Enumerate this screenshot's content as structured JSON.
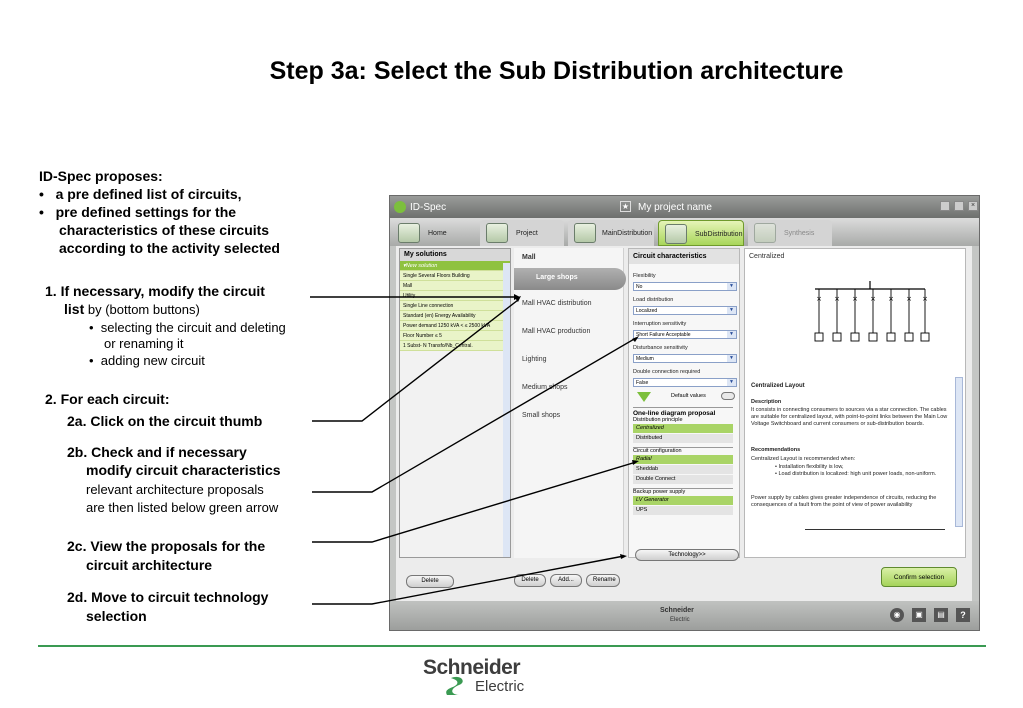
{
  "title": "Step 3a: Select the Sub Distribution architecture",
  "intro": {
    "heading": "ID-Spec proposes:",
    "bullets": [
      "a pre defined list of circuits,",
      "pre defined settings for the",
      "characteristics of these circuits",
      "according to the activity selected"
    ]
  },
  "step1": {
    "line1": "1. If necessary, modify the circuit",
    "line2_bold": "list",
    "line2_rest": " by (bottom buttons)",
    "sub": [
      "selecting the circuit and deleting",
      "or renaming it",
      "adding new circuit"
    ]
  },
  "step2": {
    "heading": "2. For each circuit:",
    "a": "2a. Click on the circuit thumb",
    "b1": "2b. Check and if necessary",
    "b2": "modify circuit characteristics",
    "b3": "relevant architecture proposals",
    "b4": "are then listed below green arrow",
    "c1": "2c. View the proposals for the",
    "c2": "circuit architecture",
    "d1": "2d. Move to circuit technology",
    "d2": "selection"
  },
  "app": {
    "window_title": "ID-Spec",
    "project_name": "My project name",
    "tabs": [
      "Home",
      "Project",
      "MainDistribution",
      "SubDistribution",
      "Synthesis"
    ],
    "solutions": {
      "heading": "My solutions",
      "selected": "▾New solution",
      "rows": [
        "Single Several Floors Building",
        "Mall",
        "Utility",
        "Single Line connection",
        "Standard (en) Energy Availability",
        "Power demand 1250 kVA < ≤ 2500 kVA",
        "Floor Number ≤ 5",
        "1 Subst- N Transfo/Nb_Central."
      ],
      "delete": "Delete"
    },
    "circuits": {
      "header": "Mall",
      "selected": "Large shops",
      "items": [
        "Mall HVAC distribution",
        "Mall HVAC production",
        "Lighting",
        "Medium shops",
        "Small shops"
      ],
      "buttons": [
        "Delete",
        "Add...",
        "Rename"
      ]
    },
    "characteristics": {
      "heading": "Circuit characteristics",
      "fields": [
        {
          "label": "Flexibility",
          "value": "No"
        },
        {
          "label": "Load distribution",
          "value": "Localized"
        },
        {
          "label": "Interruption sensitivity",
          "value": "Short Failure Acceptable"
        },
        {
          "label": "Disturbance sensitivity",
          "value": "Medium"
        },
        {
          "label": "Double connection required",
          "value": "False"
        }
      ],
      "default_values": "Default values",
      "proposal_heading": "One-line diagram proposal",
      "groups": [
        {
          "label": "Distribution principle",
          "options": [
            "Centralized",
            "Distributed"
          ]
        },
        {
          "label": "Circuit configuration",
          "options": [
            "Radial",
            "Sheddab",
            "Double Connect"
          ]
        },
        {
          "label": "Backup power supply",
          "options": [
            "LV Generator",
            "UPS"
          ]
        }
      ],
      "technology": "Technology>>"
    },
    "diagram": {
      "caption": "Centralized",
      "layout_title": "Centralized Layout",
      "desc_head": "Description",
      "desc": "It consists in connecting consumers to sources via a star connection. The cables are suitable for centralized layout, with point-to-point links between the Main Low Voltage Switchboard and current consumers or sub-distribution boards.",
      "rec_head": "Recommendations",
      "rec_intro": "Centralized Layout is recommended when:",
      "rec_items": [
        "Installation flexibility is low,",
        "Load distribution is localized: high unit power loads, non-uniform."
      ],
      "rec_outro": "Power supply by cables gives greater independence of circuits, reducing the consequences of a fault from the point of view of power availability",
      "confirm": "Confirm selection"
    },
    "brand_top": "Schneider",
    "brand_bottom": "Electric"
  },
  "footer": {
    "brand_top": "Schneider",
    "brand_bottom": "Electric",
    "accent": "#3a9a52"
  }
}
